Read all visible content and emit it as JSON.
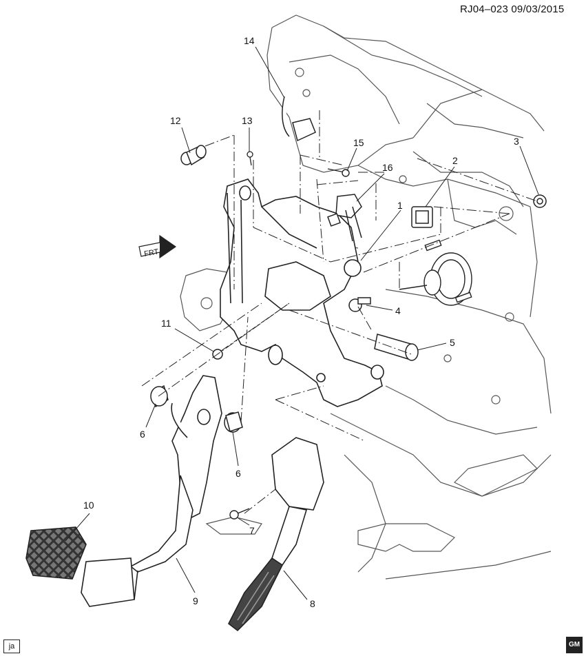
{
  "header": {
    "diagram_code": "RJ04–023  09/03/2015"
  },
  "footer": {
    "tag": "ja",
    "logo_text": "GM"
  },
  "direction_marker": {
    "label": "FRT"
  },
  "callouts": [
    "1",
    "2",
    "3",
    "4",
    "5",
    "6",
    "6",
    "7",
    "8",
    "9",
    "10",
    "11",
    "12",
    "13",
    "14",
    "15",
    "16"
  ]
}
